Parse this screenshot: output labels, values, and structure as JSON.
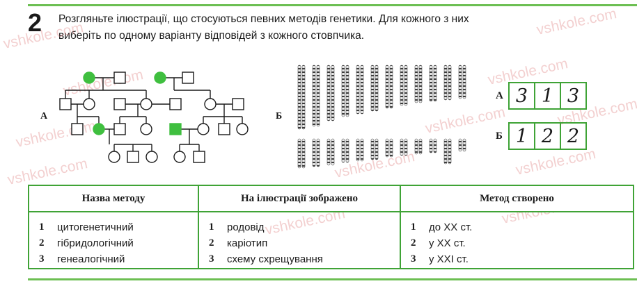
{
  "task": {
    "number": "2",
    "instruction_line1": "Розгляньте ілюстрації, що стосуються певних методів генетики. Для кожного з них",
    "instruction_line2": "виберіть по одному варіанту відповідей з кожного стовпчика."
  },
  "watermark": "vshkole.com",
  "figures": {
    "pedigree_label": "А",
    "karyotype_label": "Б"
  },
  "colors": {
    "accent_green": "#3fa336",
    "rule_green": "#6cbf52",
    "affected_fill": "#3fbf3f"
  },
  "answers": [
    {
      "letter": "А",
      "values": [
        "3",
        "1",
        "3"
      ]
    },
    {
      "letter": "Б",
      "values": [
        "1",
        "2",
        "2"
      ]
    }
  ],
  "table": {
    "headers": [
      "Назва методу",
      "На ілюстрації зображено",
      "Метод створено"
    ],
    "columns": [
      [
        {
          "num": "1",
          "text": "цитогенетичний"
        },
        {
          "num": "2",
          "text": "гібридологічний"
        },
        {
          "num": "3",
          "text": "генеалогічний"
        }
      ],
      [
        {
          "num": "1",
          "text": "родовід"
        },
        {
          "num": "2",
          "text": "каріотип"
        },
        {
          "num": "3",
          "text": "схему схрещування"
        }
      ],
      [
        {
          "num": "1",
          "text": "до XX ст."
        },
        {
          "num": "2",
          "text": "у XX ст."
        },
        {
          "num": "3",
          "text": "у XXI ст."
        }
      ]
    ]
  }
}
